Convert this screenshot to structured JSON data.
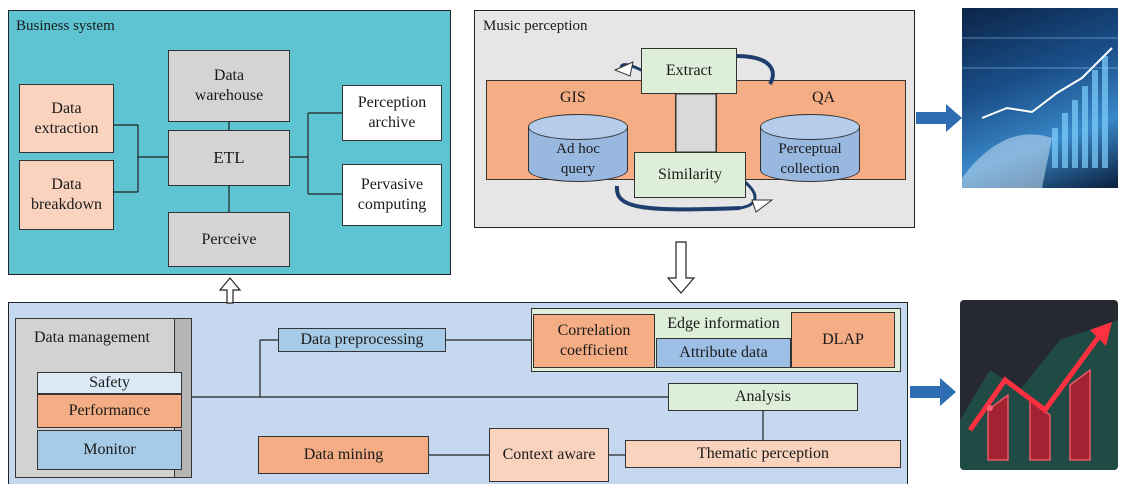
{
  "business": {
    "title": "Business system",
    "data_extraction": "Data\nextraction",
    "data_breakdown": "Data\nbreakdown",
    "data_warehouse": "Data\nwarehouse",
    "etl": "ETL",
    "perceive": "Perceive",
    "perception_archive": "Perception\narchive",
    "pervasive_computing": "Pervasive\ncomputing"
  },
  "music": {
    "title": "Music perception",
    "extract": "Extract",
    "gis": "GIS",
    "qa": "QA",
    "ad_hoc_query": "Ad hoc\nquery",
    "perceptual_collection": "Perceptual\ncollection",
    "similarity": "Similarity"
  },
  "bottom": {
    "data_management": "Data management",
    "safety": "Safety",
    "performance": "Performance",
    "monitor": "Monitor",
    "data_preprocessing": "Data preprocessing",
    "correlation_coefficient": "Correlation\ncoefficient",
    "edge_information": "Edge information",
    "attribute_data": "Attribute data",
    "dlap": "DLAP",
    "analysis": "Analysis",
    "data_mining": "Data mining",
    "context_aware": "Context aware",
    "thematic_perception": "Thematic perception"
  },
  "colors": {
    "business_bg": "#5ec4d2",
    "music_bg": "#e6e6e6",
    "bottom_bg": "#c5d8ef",
    "peach": "#f9d3be",
    "salmon": "#f4ad84",
    "gray_box": "#d4d4d4",
    "mint": "#ddefd9",
    "blue_box": "#a6cbe6",
    "arrow_blue": "#2f6db3"
  },
  "images": {
    "top_right": "finance-chart-image",
    "bottom_right": "growth-arrow-image"
  }
}
